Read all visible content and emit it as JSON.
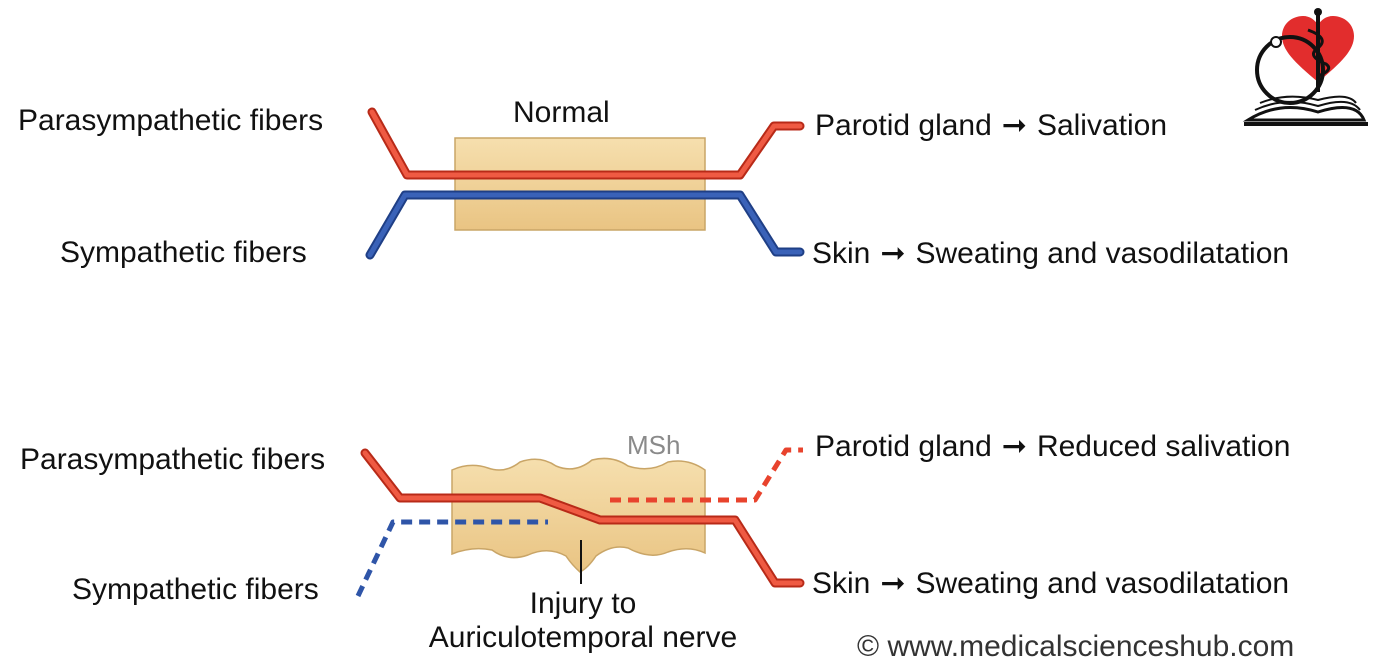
{
  "top": {
    "title": "Normal",
    "left_labels": {
      "parasympathetic": "Parasympathetic fibers",
      "sympathetic": "Sympathetic fibers"
    },
    "right_labels": {
      "parotid": {
        "target": "Parotid gland",
        "arrow": "➞",
        "effect": "Salivation"
      },
      "skin": {
        "target": "Skin",
        "arrow": "➞",
        "effect": "Sweating and vasodilatation"
      }
    }
  },
  "bottom": {
    "watermark": "MSh",
    "left_labels": {
      "parasympathetic": "Parasympathetic fibers",
      "sympathetic": "Sympathetic fibers"
    },
    "right_labels": {
      "parotid": {
        "target": "Parotid gland",
        "arrow": "➞",
        "effect": "Reduced salivation"
      },
      "skin": {
        "target": "Skin",
        "arrow": "➞",
        "effect": "Sweating and vasodilatation"
      }
    },
    "injury_label": {
      "line1": "Injury to",
      "line2": "Auriculotemporal nerve"
    }
  },
  "copyright": "© www.medicalscienceshub.com",
  "colors": {
    "parasympathetic": "#e8432d",
    "sympathetic": "#2f55a8",
    "nerve_fill": "#f2d49a",
    "nerve_stroke": "#c9a567",
    "logo_heart": "#e22d2d"
  }
}
